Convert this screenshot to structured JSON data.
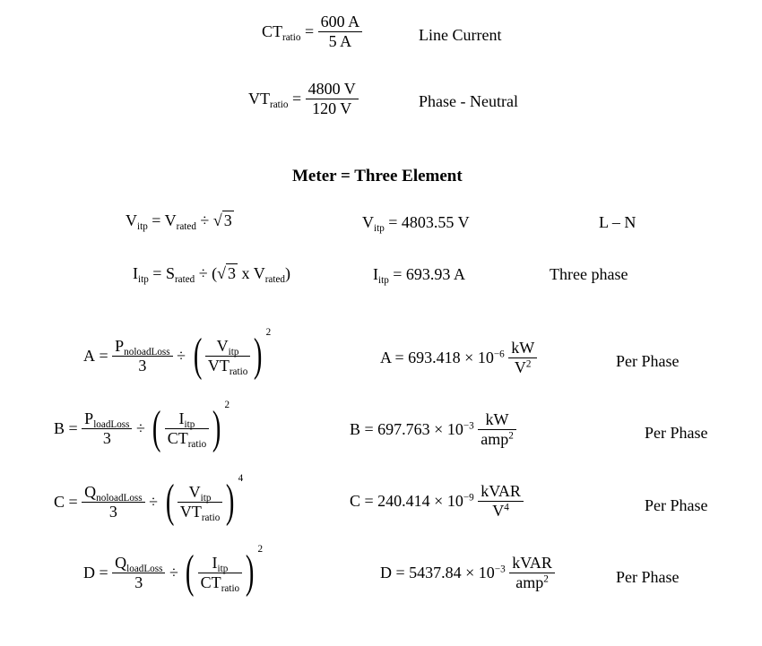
{
  "ct": {
    "lhs": "CT",
    "lhs_sub": "ratio",
    "eq": "=",
    "num": "600 A",
    "den": "5 A",
    "note": "Line Current"
  },
  "vt": {
    "lhs": "VT",
    "lhs_sub": "ratio",
    "eq": "=",
    "num": "4800 V",
    "den": "120 V",
    "note": "Phase - Neutral"
  },
  "heading": "Meter = Three Element",
  "vitp": {
    "lhs": "V",
    "lhs_sub": "itp",
    "eq": "=",
    "rhs": "V",
    "rhs_sub": "rated",
    "op": "÷",
    "radicand": "3",
    "result_lhs": "V",
    "result_sub": "itp",
    "result": "= 4803.55 V",
    "note": "L – N"
  },
  "iitp": {
    "lhs": "I",
    "lhs_sub": "itp",
    "eq": "=",
    "rhs": "S",
    "rhs_sub": "rated",
    "op": "÷",
    "open": "(",
    "radicand": "3",
    "mul": "x",
    "v": "V",
    "v_sub": "rated",
    "close": ")",
    "result_lhs": "I",
    "result_sub": "itp",
    "result": "= 693.93 A",
    "note": "Three phase"
  },
  "eqA": {
    "lhs": "A",
    "eq": "=",
    "num": "P",
    "num_sub": "noloadLoss",
    "den": "3",
    "op": "÷",
    "in_num": "V",
    "in_num_sub": "itp",
    "in_den": "VT",
    "in_den_sub": "ratio",
    "exp": "2",
    "res_lhs": "A = 693.418",
    "times": "× 10",
    "pow": "−6",
    "unit_num": "kW",
    "unit_den": "V",
    "unit_den_sup": "2",
    "note": "Per Phase"
  },
  "eqB": {
    "lhs": "B",
    "eq": "=",
    "num": "P",
    "num_sub": "loadLoss",
    "den": "3",
    "op": "÷",
    "in_num": "I",
    "in_num_sub": "itp",
    "in_den": "CT",
    "in_den_sub": "ratio",
    "exp": "2",
    "res_lhs": "B = 697.763",
    "times": "× 10",
    "pow": "−3",
    "unit_num": "kW",
    "unit_den": "amp",
    "unit_den_sup": "2",
    "note": "Per Phase"
  },
  "eqC": {
    "lhs": "C",
    "eq": "=",
    "num": "Q",
    "num_sub": "noloadLoss",
    "den": "3",
    "op": "÷",
    "in_num": "V",
    "in_num_sub": "itp",
    "in_den": "VT",
    "in_den_sub": "ratio",
    "exp": "4",
    "res_lhs": "C = 240.414",
    "times": "× 10",
    "pow": "−9",
    "unit_num": "kVAR",
    "unit_den": "V",
    "unit_den_sup": "4",
    "note": "Per Phase"
  },
  "eqD": {
    "lhs": "D",
    "eq": "=",
    "num": "Q",
    "num_sub": "loadLoss",
    "den": "3",
    "op": "÷",
    "in_num": "I",
    "in_num_sub": "itp",
    "in_den": "CT",
    "in_den_sub": "ratio",
    "exp": "2",
    "res_lhs": "D = 5437.84",
    "times": "× 10",
    "pow": "−3",
    "unit_num": "kVAR",
    "unit_den": "amp",
    "unit_den_sup": "2",
    "note": "Per Phase"
  }
}
